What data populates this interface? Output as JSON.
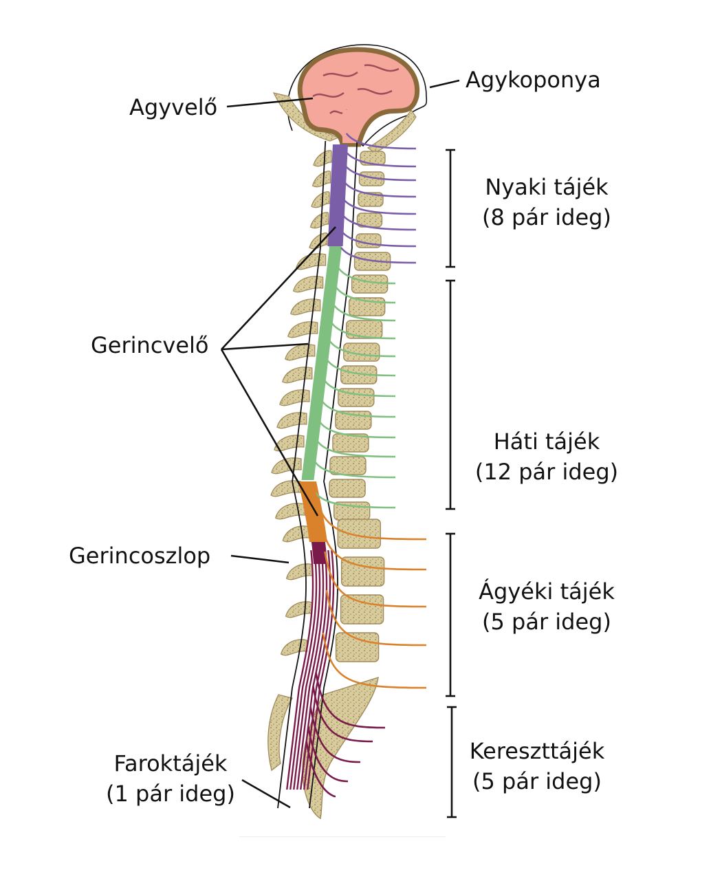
{
  "labels": {
    "brain": "Agyvelő",
    "skull": "Agykoponya",
    "spinal_cord": "Gerincvelő",
    "vertebral_column": "Gerincoszlop",
    "coccygeal_title": "Faroktájék",
    "coccygeal_count": "(1 pár ideg)"
  },
  "regions": [
    {
      "title": "Nyaki tájék",
      "count": "(8 pár ideg)",
      "nerve_pairs": 8,
      "color": "#7a5ea8"
    },
    {
      "title": "Háti tájék",
      "count": "(12 pár ideg)",
      "nerve_pairs": 12,
      "color": "#7fbf7f"
    },
    {
      "title": "Ágyéki tájék",
      "count": "(5 pár ideg)",
      "nerve_pairs": 5,
      "color": "#d9822b"
    },
    {
      "title": "Kereszttájék",
      "count": "(5 pár ideg)",
      "nerve_pairs": 5,
      "color": "#7a1a4a"
    }
  ],
  "colors": {
    "bone": "#d8cc9c",
    "bone_outline": "#a08a5a",
    "brain": "#f4a79a",
    "brain_outline": "#8a6a3a",
    "line": "#111111"
  }
}
